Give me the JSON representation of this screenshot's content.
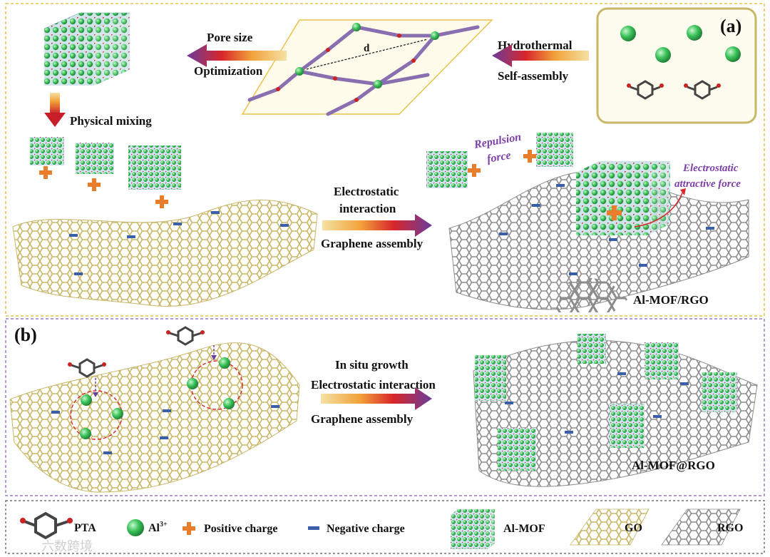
{
  "panel_a": {
    "label": "(a)",
    "pore_size": "Pore size",
    "optimization": "Optimization",
    "d_label": "d",
    "hydrothermal": "Hydrothermal",
    "self_assembly": "Self-assembly",
    "physical_mixing": "Physical mixing",
    "repulsion": "Repulsion",
    "force": "force",
    "electrostatic_line1": "Electrostatic",
    "electrostatic_line2": "attractive force",
    "electrostatic": "Electrostatic",
    "interaction": "interaction",
    "graphene_assembly": "Graphene assembly",
    "product": "Al-MOF/RGO"
  },
  "panel_b": {
    "label": "(b)",
    "in_situ": "In situ growth",
    "electrostatic_interaction": "Electrostatic interaction",
    "graphene_assembly": "Graphene assembly",
    "product": "Al-MOF@RGO"
  },
  "legend": {
    "pta": "PTA",
    "al": "Al",
    "al_sup": "3+",
    "positive": "Positive charge",
    "negative": "Negative charge",
    "mof": "Al-MOF",
    "go": "GO",
    "rgo": "RGO"
  },
  "watermark": "六数跨境",
  "colors": {
    "al_green": "#3cc45a",
    "go_yellow": "#c9b768",
    "rgo_gray": "#8c8c8c",
    "charge_orange": "#e87d2c",
    "charge_blue": "#3a5ea8",
    "arrow_purple": "#6a3c9c",
    "frame_yellow": "#e8c24a",
    "frame_purple": "#9a7cc0"
  }
}
